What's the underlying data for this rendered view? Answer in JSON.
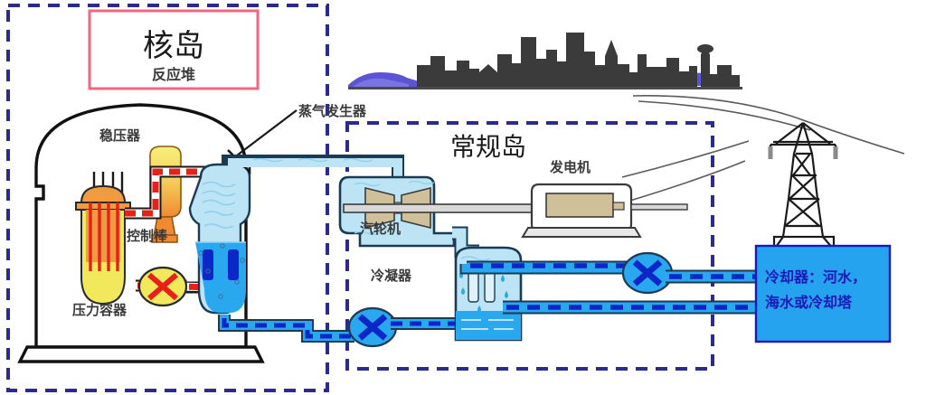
{
  "diagram": {
    "title_box": {
      "main_title": "核岛",
      "sub_title": "反应堆",
      "border_color": "#f4657f",
      "text_color": "#1a1a1a"
    },
    "zones": [
      {
        "name": "nuclear-island",
        "label": "核岛",
        "border_color": "#2b2b8f",
        "style": "dashed"
      },
      {
        "name": "conventional-island",
        "label": "常规岛",
        "border_color": "#2b2b8f",
        "style": "dashed"
      }
    ],
    "conventional_island_label": "常规岛",
    "labels": {
      "pressurizer": "稳压器",
      "control_rods": "控制棒",
      "pressure_vessel": "压力容器",
      "steam_generator": "蒸气发生器",
      "turbine": "汽轮机",
      "generator": "发电机",
      "condenser": "冷凝器"
    },
    "cooler_box": {
      "line1": "冷却器：河水，",
      "line2": "海水或冷却塔",
      "fill": "#25a3ef",
      "border": "#1919b8",
      "text_color": "#1919b8"
    },
    "colors": {
      "hot_leg": "#e8201a",
      "cold_leg": "#0b27c8",
      "primary_vessel": "#f2e85c",
      "core": "#f0913a",
      "steam": "#bde4f4",
      "water": "#2aa8ef",
      "pipe_light": "#2aa8ef",
      "pipe_dash": "#0b1fc0",
      "turbine_blade": "#cfc09a",
      "skyline": "#3b3b3b",
      "sea": "#5b55d6",
      "outline": "#111111"
    },
    "icons": [
      "skyline-icon",
      "transmission-tower-icon",
      "pump-icon",
      "turbine-icon",
      "generator-icon",
      "condenser-icon",
      "steam-generator-icon",
      "pressurizer-icon",
      "reactor-vessel-icon",
      "containment-dome-icon"
    ]
  }
}
